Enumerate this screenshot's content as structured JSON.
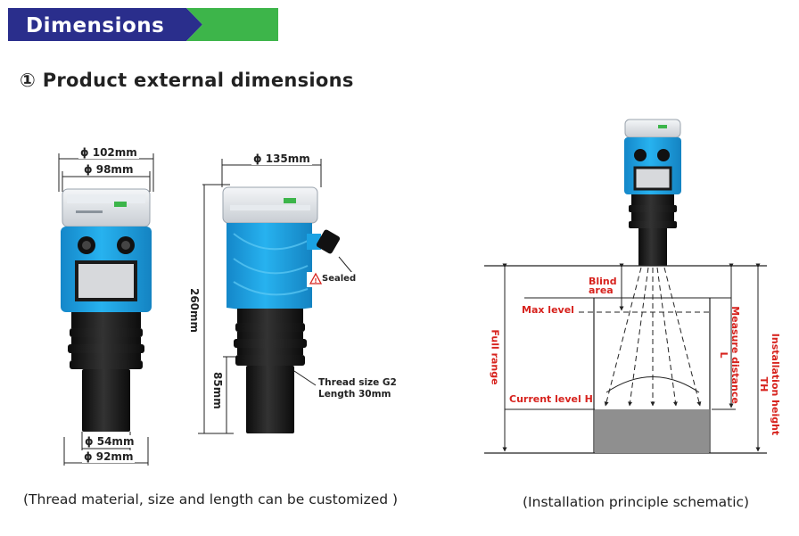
{
  "banner": {
    "title": "Dimensions",
    "colors": {
      "primary": "#2a2e8c",
      "accent": "#3db54a"
    }
  },
  "section": {
    "title": "① Product external dimensions"
  },
  "front_view": {
    "outer_width": "ϕ 102mm",
    "inner_width": "ϕ 98mm",
    "bottom_inner": "ϕ 54mm",
    "bottom_outer": "ϕ 92mm"
  },
  "side_view": {
    "width": "ϕ 135mm",
    "height": "260mm",
    "thread_height": "85mm",
    "sealed": "Sealed",
    "thread_size": "Thread size G2",
    "thread_length": "Length 30mm"
  },
  "schematic": {
    "blind_area": "Blind area",
    "max_level": "Max level",
    "full_range": "Full range",
    "current_level": "Current level H",
    "measure_distance": "Measure distance L",
    "installation_height": "Installation height TH",
    "label_color": "#d7231e"
  },
  "captions": {
    "left": "(Thread material, size and length can be customized )",
    "right": "(Installation principle schematic)"
  },
  "colors": {
    "device_blue": "#1aa2e3",
    "device_black": "#1a1a1a",
    "cap_gray": "#d9dde2"
  }
}
